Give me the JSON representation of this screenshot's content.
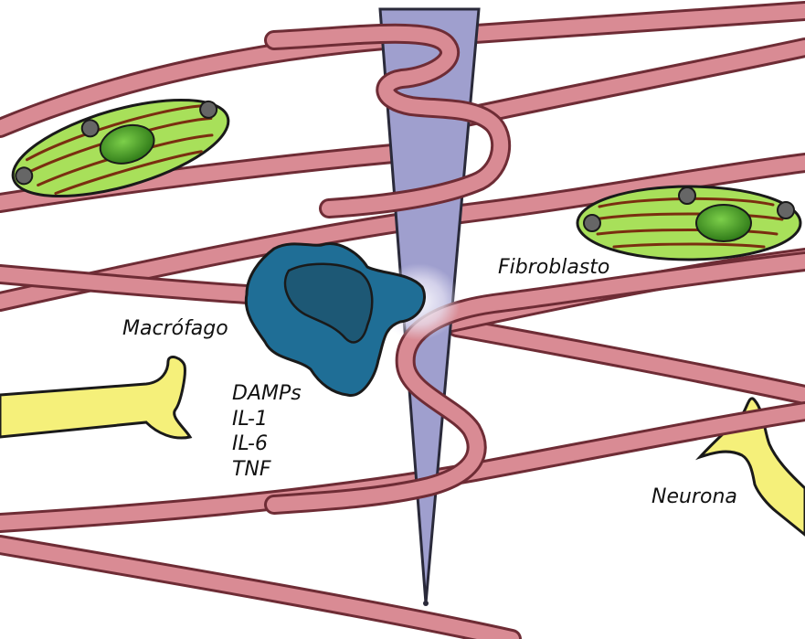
{
  "labels": {
    "macrophage": "Macrófago",
    "fibroblast": "Fibroblasto",
    "neuron": "Neurona",
    "mediators": [
      "DAMPs",
      "IL-1",
      "IL-6",
      "TNF"
    ]
  },
  "colors": {
    "fiber_fill": "#d98b94",
    "fiber_outline": "#6e2c35",
    "needle_fill": "#9f9fce",
    "needle_outline": "#2a2a3a",
    "fibroblast_body": "#a8e05a",
    "fibroblast_nucleus": "#3f8f22",
    "fibroblast_stripes": "#7a2e10",
    "macrophage_body": "#1f6e96",
    "macrophage_nucleus": "#1d5875",
    "neuron_fill": "#f5f07a",
    "text": "#111111"
  },
  "icons": [
    "collagen-fiber",
    "needle",
    "fibroblast-cell",
    "macrophage-cell",
    "neuron-terminal"
  ]
}
